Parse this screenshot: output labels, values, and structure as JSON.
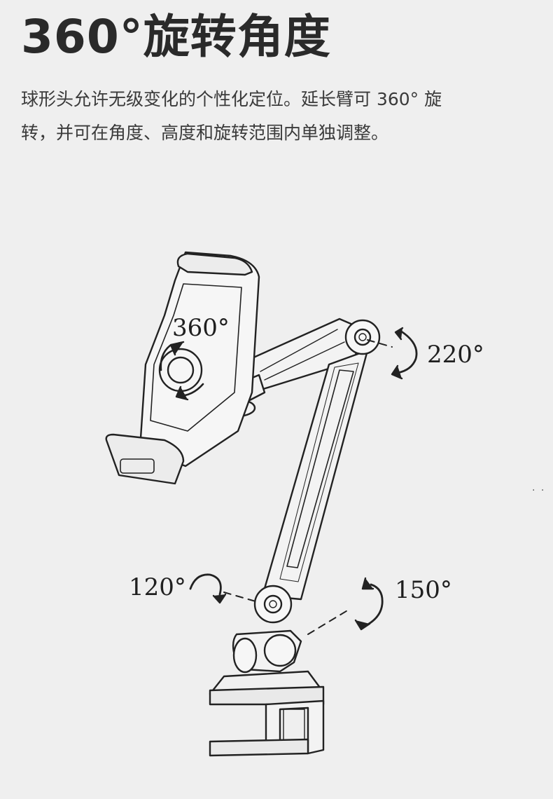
{
  "heading": {
    "title": "360°旋转角度"
  },
  "description": {
    "line1": "球形头允许无级变化的个性化定位。延长臂可  360°  旋",
    "line2": "转，并可在角度、高度和旋转范围内单独调整。"
  },
  "angles": {
    "head": "360°",
    "top_joint": "220°",
    "elbow": "120°",
    "base": "150°"
  },
  "corner_mark": ". ."
}
